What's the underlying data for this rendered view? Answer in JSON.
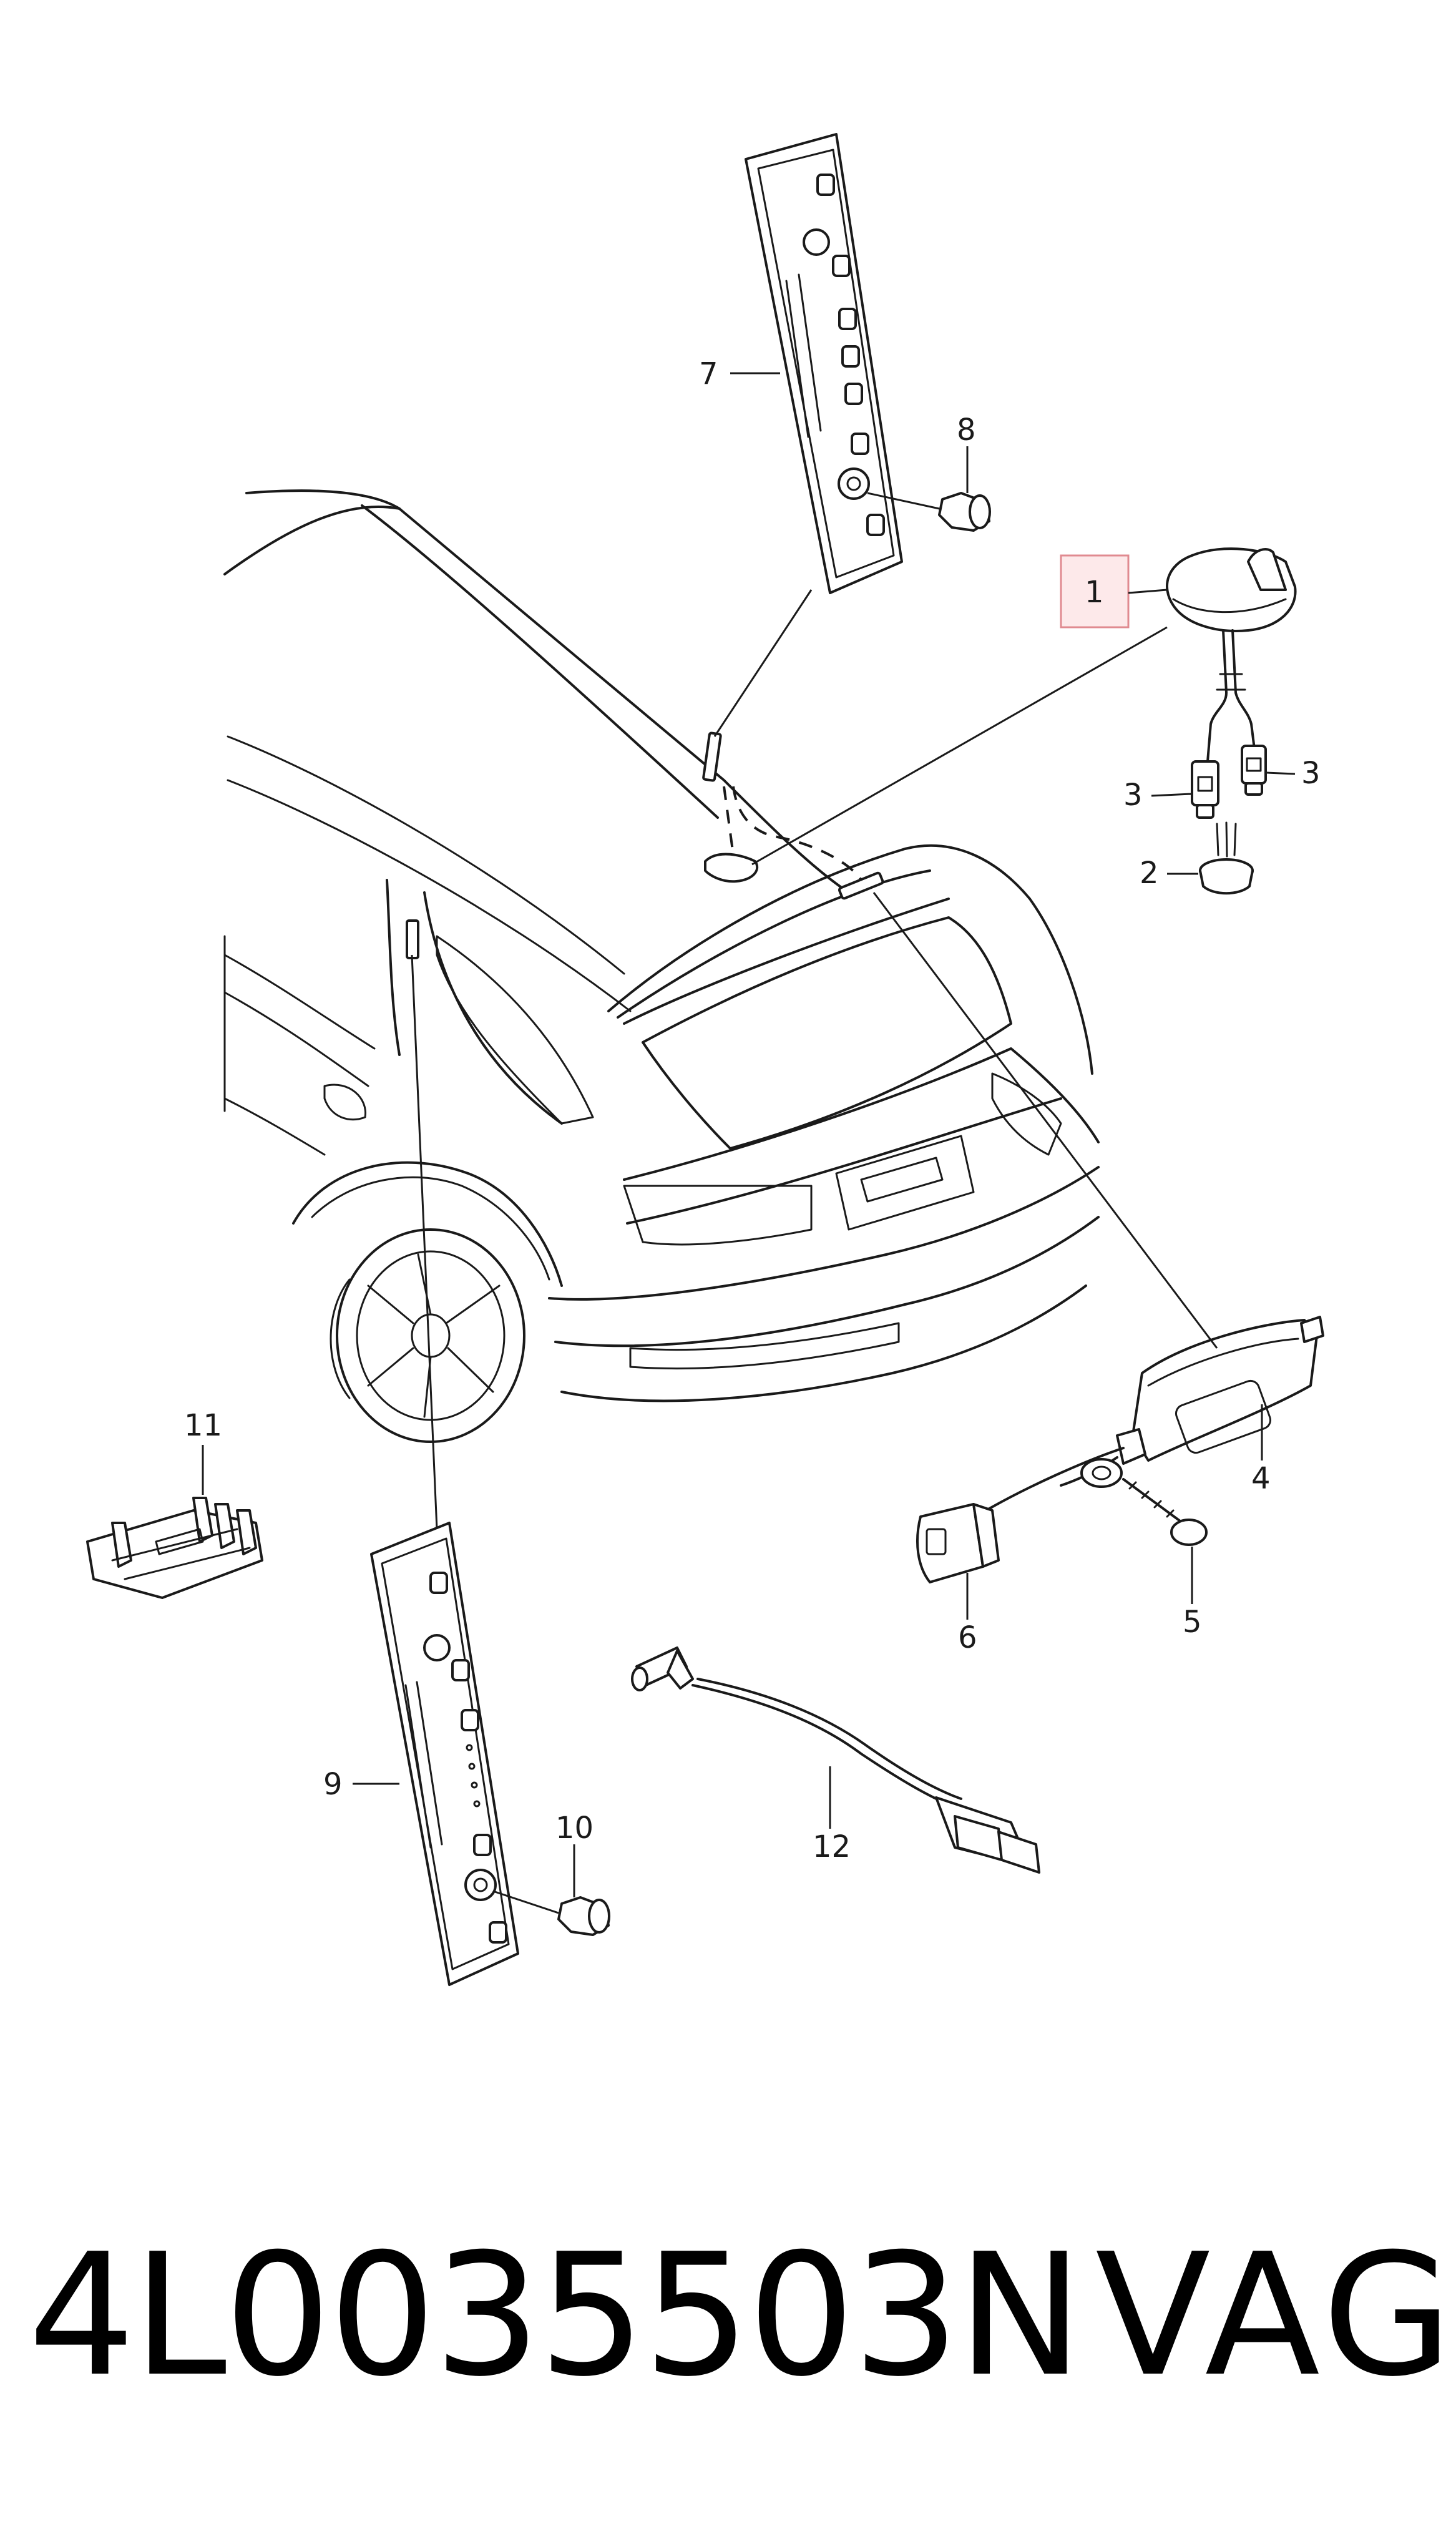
{
  "diagram": {
    "callouts": [
      {
        "id": "1",
        "label": "1",
        "highlighted": true
      },
      {
        "id": "2",
        "label": "2"
      },
      {
        "id": "3a",
        "label": "3"
      },
      {
        "id": "3b",
        "label": "3"
      },
      {
        "id": "4",
        "label": "4"
      },
      {
        "id": "5",
        "label": "5"
      },
      {
        "id": "6",
        "label": "6"
      },
      {
        "id": "7",
        "label": "7"
      },
      {
        "id": "8",
        "label": "8"
      },
      {
        "id": "9",
        "label": "9"
      },
      {
        "id": "10",
        "label": "10"
      },
      {
        "id": "11",
        "label": "11"
      },
      {
        "id": "12",
        "label": "12"
      }
    ],
    "highlight_color": "#e08a90"
  },
  "footer": {
    "part_number": "4L0035503N",
    "brand": "VAG"
  }
}
